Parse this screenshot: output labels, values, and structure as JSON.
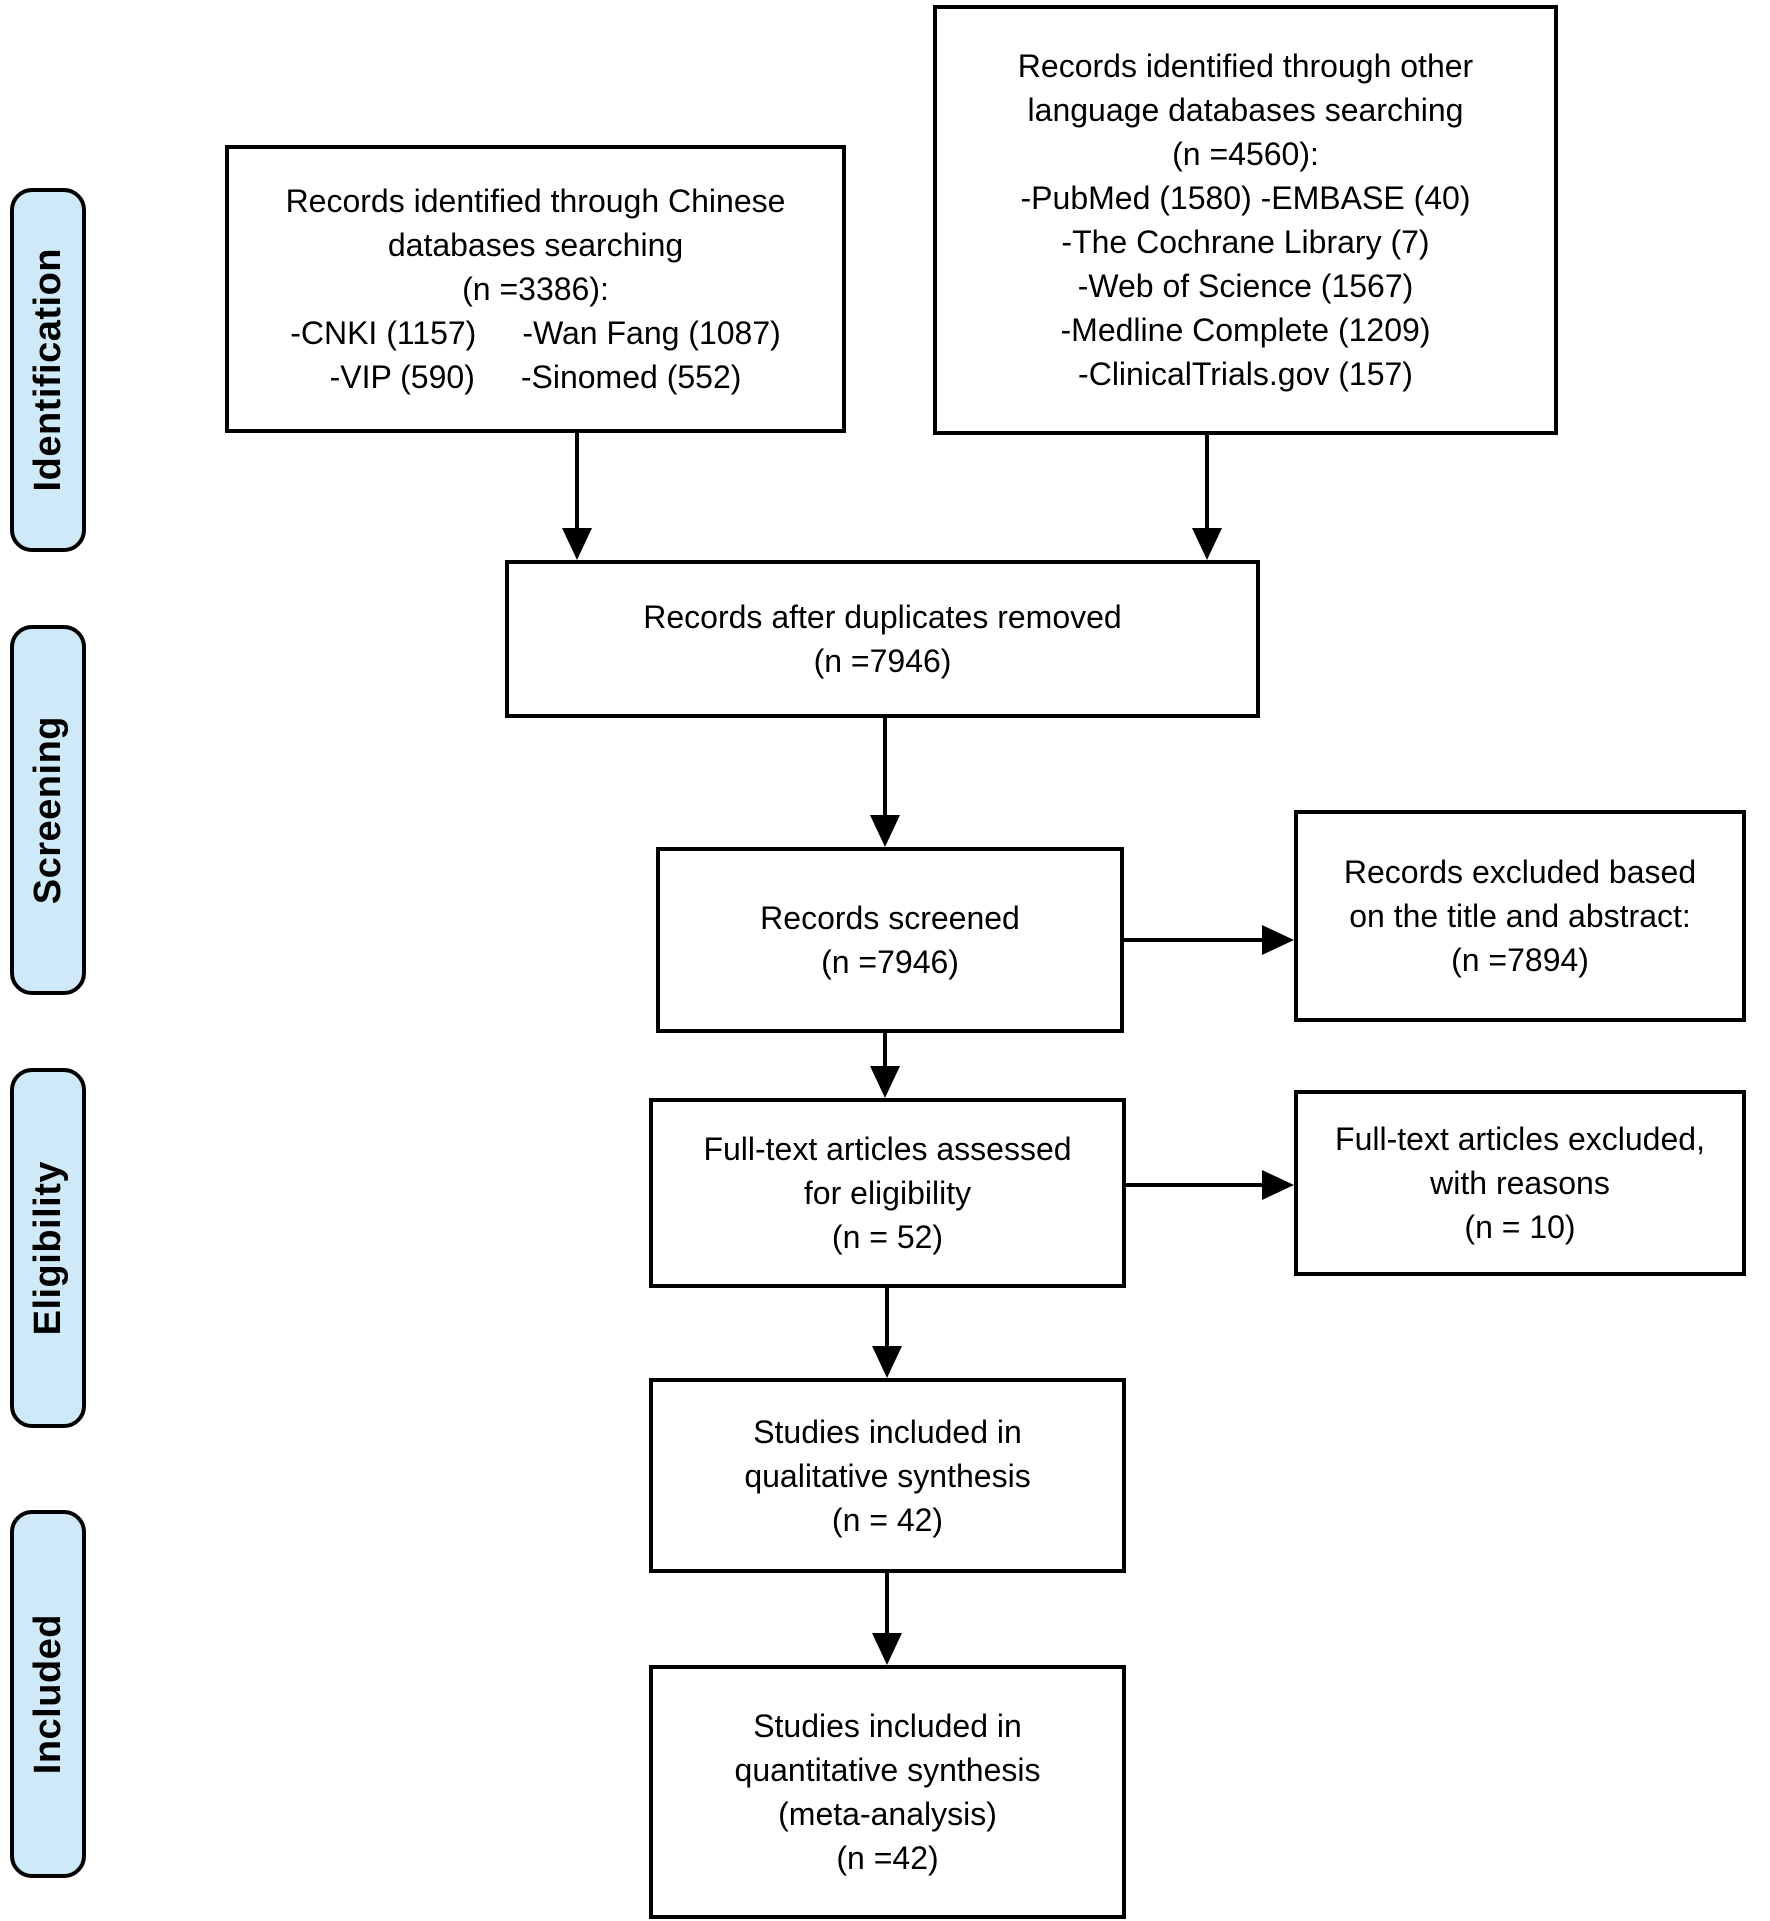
{
  "colors": {
    "background": "#ffffff",
    "line": "#000000",
    "stage_fill": "#d0e9f8"
  },
  "stages": [
    {
      "label": "Identification"
    },
    {
      "label": "Screening"
    },
    {
      "label": "Eligibility"
    },
    {
      "label": "Included"
    }
  ],
  "boxes": {
    "chinese": {
      "lines": [
        "Records identified through Chinese",
        "databases searching",
        "(n =3386):"
      ],
      "entries": [
        [
          "-CNKI (1157)",
          "-Wan Fang (1087)"
        ],
        [
          "-VIP (590)",
          "-Sinomed (552)"
        ]
      ]
    },
    "other": {
      "lines": [
        "Records identified through other",
        "language databases searching",
        "(n =4560):",
        "-PubMed (1580) -EMBASE (40)",
        "-The Cochrane Library (7)",
        "-Web of Science (1567)",
        "-Medline Complete (1209)",
        "-ClinicalTrials.gov (157)"
      ]
    },
    "duplicates": {
      "lines": [
        "Records after duplicates removed",
        "(n =7946)"
      ]
    },
    "screened": {
      "lines": [
        "Records screened",
        "(n =7946)"
      ]
    },
    "excluded_title_abstract": {
      "lines": [
        "Records excluded based",
        "on the title and abstract:",
        "(n =7894)"
      ]
    },
    "fulltext": {
      "lines": [
        "Full-text articles assessed",
        "for eligibility",
        "(n = 52)"
      ]
    },
    "excluded_fulltext": {
      "lines": [
        "Full-text articles excluded,",
        "with reasons",
        "(n = 10)"
      ]
    },
    "qualitative": {
      "lines": [
        "Studies included in",
        "qualitative synthesis",
        "(n = 42)"
      ]
    },
    "quantitative": {
      "lines": [
        "Studies included in",
        "quantitative synthesis",
        "(meta-analysis)",
        "(n =42)"
      ]
    }
  }
}
